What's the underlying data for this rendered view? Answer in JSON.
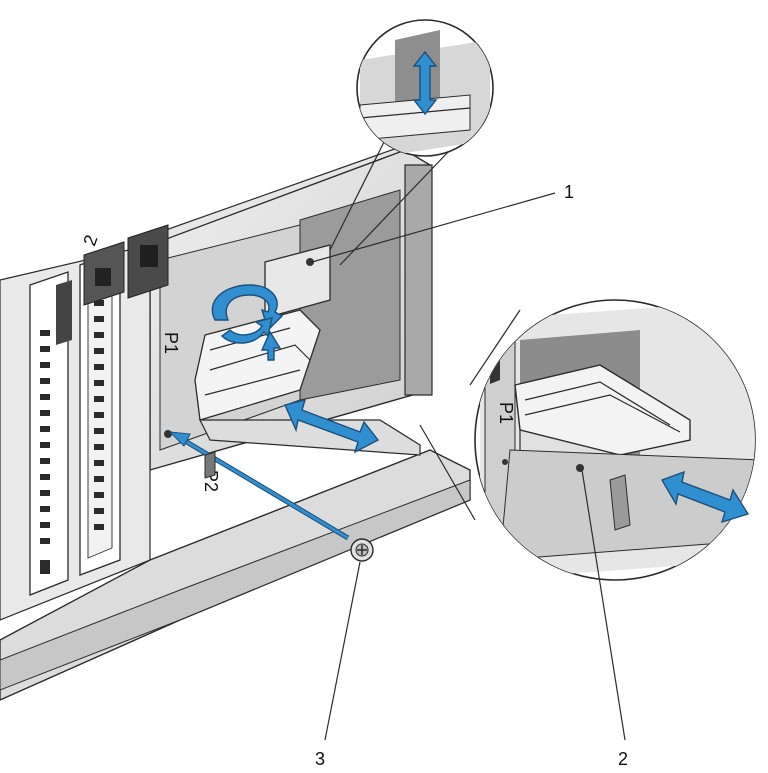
{
  "diagram": {
    "callouts": [
      {
        "id": "1",
        "label": "1"
      },
      {
        "id": "2",
        "label": "2"
      },
      {
        "id": "3",
        "label": "3"
      }
    ],
    "slot_labels": {
      "left_card": "2",
      "p1": "P1",
      "p2": "P2",
      "p1_zoom": "P1"
    },
    "colors": {
      "arrow_fill": "#2f8fd1",
      "arrow_stroke": "#1d4f7a",
      "chassis": "#d9d9d9",
      "line": "#2b2b2b"
    }
  }
}
